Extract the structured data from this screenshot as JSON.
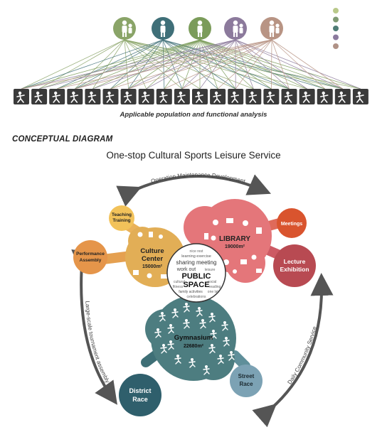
{
  "population_icons": [
    {
      "icon": "children-playing-icon",
      "color": "#8aa468"
    },
    {
      "icon": "man-icon",
      "color": "#3f6f78"
    },
    {
      "icon": "woman-icon",
      "color": "#7b9c5a"
    },
    {
      "icon": "family-icon",
      "color": "#8c7a9c"
    },
    {
      "icon": "elderly-couple-icon",
      "color": "#b89484"
    }
  ],
  "legend_dot_colors": [
    "#b9c98a",
    "#7f9a74",
    "#4f7c76",
    "#8b7a9e",
    "#b09286"
  ],
  "activity_icons": [
    "fencing-icon",
    "basketball-icon",
    "soccer-icon",
    "skateboard-icon",
    "running-icon",
    "tennis-icon",
    "fitness-icon",
    "cycling-icon",
    "rowing-icon",
    "swimming-icon",
    "table-tennis-icon",
    "envelope-icon",
    "library-icon",
    "theater-icon",
    "bottle-icon",
    "meeting-icon",
    "presentation-icon",
    "group-icon",
    "dog-walking-icon",
    "drone-icon"
  ],
  "caption": "Applicable population and functional analysis",
  "section_heading": "CONCEPTUAL DIAGRAM",
  "diagram_title": "One-stop Cultural Sports Leisure Service",
  "arrows": {
    "top": "Operation Maintenance Development",
    "left": "Large-scale tournament assembly",
    "right": "Daily Community Service"
  },
  "nodes": {
    "library": {
      "name": "LIBRARY",
      "area": "19000m²",
      "color": "#e4767a"
    },
    "culture": {
      "name_1": "Culture",
      "name_2": "Center",
      "area": "15000m²",
      "color": "#e2ae56"
    },
    "gym": {
      "name": "Gymnasium",
      "area": "22680m²",
      "color": "#4d7d80"
    },
    "public": {
      "line1": "PUBLIC",
      "line2": "SPACE"
    },
    "teaching": {
      "line1": "Teaching",
      "line2": "Training",
      "color": "#f2c25a"
    },
    "performance": {
      "line1": "Performance",
      "line2": "Assembly",
      "color": "#e5954a"
    },
    "meetings": {
      "label": "Meetings",
      "color": "#d9542e"
    },
    "lecture": {
      "line1": "Lecture",
      "line2": "Exhibition",
      "color": "#b84a52"
    },
    "street": {
      "line1": "Street",
      "line2": "Race",
      "color": "#7ca2b4"
    },
    "district": {
      "line1": "District",
      "line2": "Race",
      "color": "#2f5f6c"
    }
  },
  "word_cloud": [
    "nice rest",
    "learning exercise",
    "sharing meeting",
    "work out",
    "leisure",
    "cultural",
    "fitness",
    "family activities",
    "one lab",
    "celebrations",
    "social",
    "reading"
  ]
}
